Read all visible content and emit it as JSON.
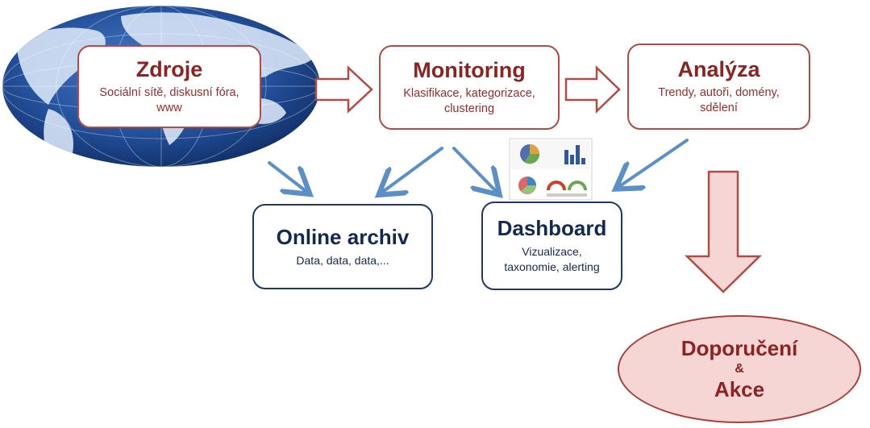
{
  "nodes": {
    "zdroje": {
      "title": "Zdroje",
      "subtitle_line1": "Sociální sítě, diskusní fóra,",
      "subtitle_line2": "www"
    },
    "monitoring": {
      "title": "Monitoring",
      "subtitle_line1": "Klasifikace, kategorizace,",
      "subtitle_line2": "clustering"
    },
    "analyza": {
      "title": "Analýza",
      "subtitle_line1": "Trendy, autoři, domény,",
      "subtitle_line2": "sdělení"
    },
    "archiv": {
      "title": "Online archiv",
      "subtitle_line1": "Data, data, data,..."
    },
    "dashboard": {
      "title": "Dashboard",
      "subtitle_line1": "Vizualizace,",
      "subtitle_line2": "taxonomie, alerting"
    },
    "doporuceni": {
      "title_line1": "Doporučení",
      "amp": "&",
      "title_line2": "Akce"
    }
  },
  "colors": {
    "red_border": "#b34a45",
    "red_text": "#8b2323",
    "blue_border": "#1f3864",
    "blue_text": "#14294f",
    "blue_arrow": "#5b8fc7",
    "ellipse_fill": "#f6d6d5"
  },
  "icons": {
    "globe": "world-map-globe-icon",
    "dashboard_preview": "dashboard-thumbnail-icon"
  }
}
